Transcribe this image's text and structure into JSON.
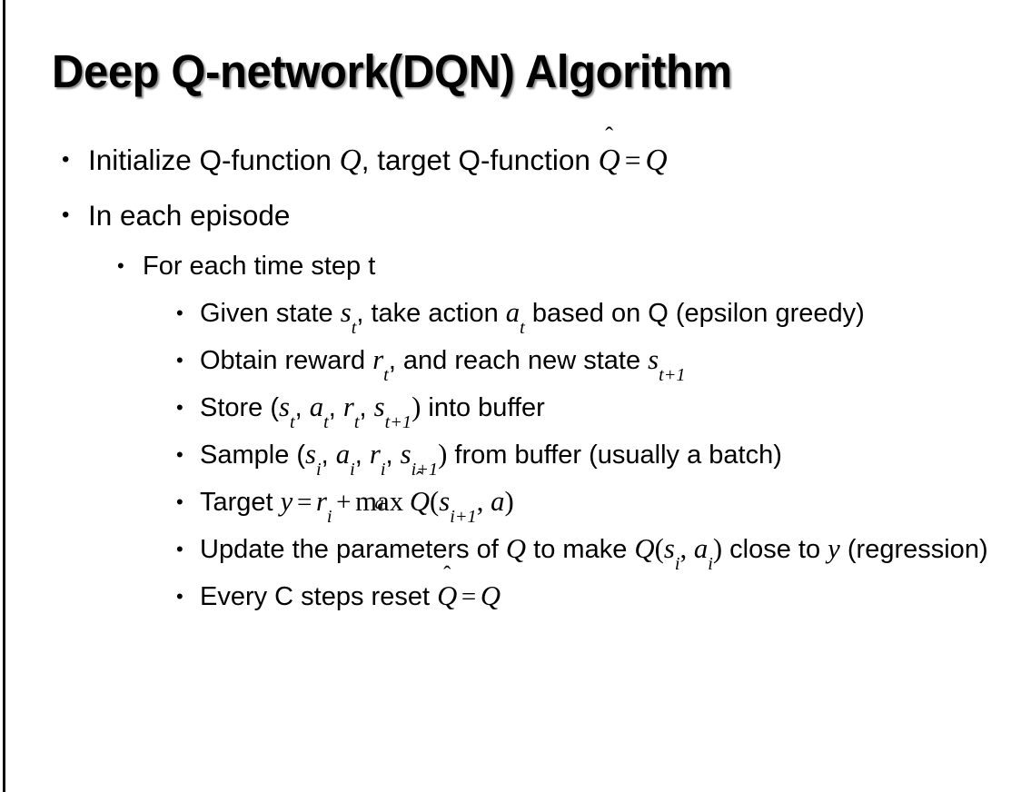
{
  "slide": {
    "background_color": "#ffffff",
    "text_color": "#000000",
    "left_rule_color": "#0d0d0d",
    "title": "Deep Q-network(DQN) Algorithm"
  },
  "bullets": {
    "level1": [
      {
        "id": "initialize",
        "marker": "•",
        "plain_text": "Initialize Q-function Q, target Q-function Q̂ = Q",
        "parts": {
          "lead": "Initialize Q-function ",
          "var_q": "Q",
          "mid": ", target Q-function ",
          "var_qhat": "Q",
          "hat": "̂",
          "equals": "=",
          "var_q2": "Q"
        }
      },
      {
        "id": "in-each-episode",
        "marker": "•",
        "plain_text": "In each episode"
      }
    ],
    "level2": [
      {
        "id": "for-each-time-step",
        "marker": "•",
        "plain_text": "For each time step t"
      }
    ],
    "level3": [
      {
        "id": "given-state",
        "marker": "•",
        "plain_text": "Given state s_t, take action a_t based on Q (epsilon greedy)",
        "parts": {
          "lead": "Given state ",
          "var_s": "s",
          "sub_t": "t",
          "mid": ", take action ",
          "var_a": "a",
          "sub_t2": "t",
          "tail": " based on Q (epsilon greedy)"
        }
      },
      {
        "id": "obtain-reward",
        "marker": "•",
        "plain_text": "Obtain reward r_t, and reach new state s_t+1",
        "parts": {
          "lead": "Obtain reward ",
          "var_r": "r",
          "sub_t": "t",
          "mid": ", and reach new state ",
          "var_s": "s",
          "sub_t1": "t+1"
        }
      },
      {
        "id": "store-transition",
        "marker": "•",
        "plain_text": "Store (s_t, a_t, r_t, s_t+1) into buffer",
        "parts": {
          "lead": "Store (",
          "var_s": "s",
          "sub_t": "t",
          "sep1": ", ",
          "var_a": "a",
          "sub_t2": "t",
          "sep2": ", ",
          "var_r": "r",
          "sub_t3": "t",
          "sep3": ", ",
          "var_s2": "s",
          "sub_t4": "t+1",
          "close": ")",
          "tail": " into buffer"
        }
      },
      {
        "id": "sample-batch",
        "marker": "•",
        "plain_text": "Sample (s_i, a_i, r_i, s_i+1) from buffer (usually a batch)",
        "parts": {
          "lead": "Sample (",
          "var_s": "s",
          "sub_i": "i",
          "sep1": ", ",
          "var_a": "a",
          "sub_i2": "i",
          "sep2": ", ",
          "var_r": "r",
          "sub_i3": "i",
          "sep3": ", ",
          "var_s2": "s",
          "sub_i4": "i+1",
          "close": ")",
          "tail": " from buffer (usually a batch)"
        }
      },
      {
        "id": "target",
        "marker": "•",
        "plain_text": "Target y = r_i + max_a Q̂(s_i+1, a)",
        "parts": {
          "lead": "Target ",
          "var_y": "y",
          "equals": "=",
          "var_r": "r",
          "sub_i": "i",
          "plus": "+",
          "max": "max",
          "max_sub": "a",
          "var_qhat": "Q",
          "hat": "̂",
          "open": "(",
          "var_s": "s",
          "sub_i1": "i+1",
          "sep": ", ",
          "var_a": "a",
          "close": ")"
        }
      },
      {
        "id": "update-parameters",
        "marker": "•",
        "plain_text": "Update the parameters of Q to make Q(s_i, a_i) close to y (regression)",
        "parts": {
          "lead": "Update the parameters of ",
          "var_q": "Q",
          "mid": " to make ",
          "var_q2": "Q",
          "open": "(",
          "var_s": "s",
          "sub_i": "i",
          "sep": ", ",
          "var_a": "a",
          "sub_i2": "i",
          "close": ")",
          "tail": " close to ",
          "var_y": "y",
          "tail2": " (regression)"
        }
      },
      {
        "id": "reset-target-network",
        "marker": "•",
        "plain_text": "Every C steps reset Q̂ = Q",
        "parts": {
          "lead": "Every C steps reset ",
          "var_qhat": "Q",
          "hat": "̂",
          "equals": "=",
          "var_q": "Q"
        }
      }
    ]
  }
}
